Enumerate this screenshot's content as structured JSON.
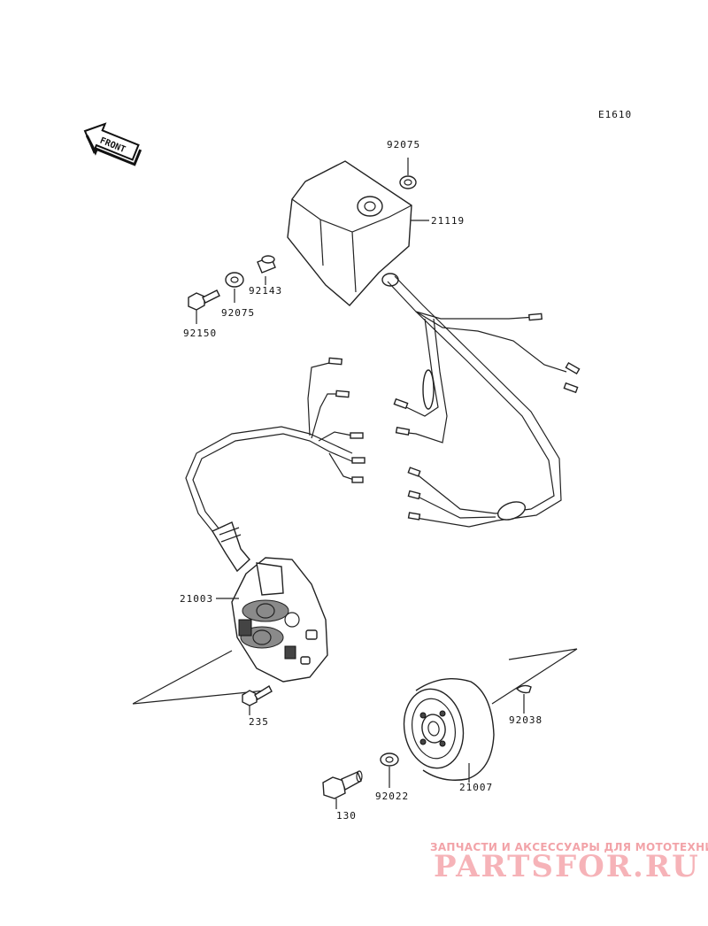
{
  "diagram": {
    "code": "E1610",
    "front_arrow_text": "FRONT",
    "labels": {
      "p92075_top": "92075",
      "p21119": "21119",
      "p92143": "92143",
      "p92075_left": "92075",
      "p92150": "92150",
      "p21003": "21003",
      "p235": "235",
      "p92038": "92038",
      "p21007": "21007",
      "p92022": "92022",
      "p130": "130"
    }
  },
  "watermark": {
    "tagline": "ЗАПЧАСТИ И АКСЕССУАРЫ ДЛЯ МОТОТЕХНИКИ",
    "logo": "PARTSFOR.RU"
  }
}
